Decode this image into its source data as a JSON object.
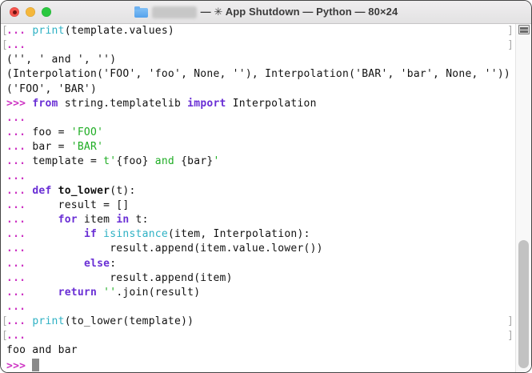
{
  "colors": {
    "prompt": "#CD33C3",
    "keyword": "#6A2FD5",
    "builtin": "#2EB1C4",
    "string": "#1FAD24",
    "default": "#121212",
    "mark": "#A9A9A9",
    "cursor": "#8A8A8A"
  },
  "window": {
    "titlebar": {
      "title_text": "— ✳ App Shutdown — Python — 80×24",
      "traffic_lights": [
        {
          "name": "close",
          "color": "#F5544D",
          "dot": true
        },
        {
          "name": "minimize",
          "color": "#F5B73B",
          "dot": false
        },
        {
          "name": "zoom",
          "color": "#2BC840",
          "dot": false
        }
      ]
    }
  },
  "terminal": {
    "lines": [
      {
        "mark_left": true,
        "mark_right": true,
        "segments": [
          {
            "t": "... ",
            "c": "prompt"
          },
          {
            "t": "print",
            "c": "builtin"
          },
          {
            "t": "(template.values)",
            "c": "default"
          }
        ]
      },
      {
        "mark_left": true,
        "mark_right": true,
        "segments": [
          {
            "t": "...",
            "c": "prompt"
          }
        ]
      },
      {
        "segments": [
          {
            "t": "('', ' and ', '')",
            "c": "default"
          }
        ]
      },
      {
        "segments": [
          {
            "t": "(Interpolation('FOO', 'foo', None, ''), Interpolation('BAR', 'bar', None, ''))",
            "c": "default"
          }
        ]
      },
      {
        "segments": [
          {
            "t": "('FOO', 'BAR')",
            "c": "default"
          }
        ]
      },
      {
        "segments": [
          {
            "t": ">>> ",
            "c": "prompt"
          },
          {
            "t": "from",
            "c": "keyword"
          },
          {
            "t": " string.templatelib ",
            "c": "default"
          },
          {
            "t": "import",
            "c": "keyword"
          },
          {
            "t": " Interpolation",
            "c": "default"
          }
        ]
      },
      {
        "segments": [
          {
            "t": "...",
            "c": "prompt"
          }
        ]
      },
      {
        "segments": [
          {
            "t": "... ",
            "c": "prompt"
          },
          {
            "t": "foo = ",
            "c": "default"
          },
          {
            "t": "'FOO'",
            "c": "string"
          }
        ]
      },
      {
        "segments": [
          {
            "t": "... ",
            "c": "prompt"
          },
          {
            "t": "bar = ",
            "c": "default"
          },
          {
            "t": "'BAR'",
            "c": "string"
          }
        ]
      },
      {
        "segments": [
          {
            "t": "... ",
            "c": "prompt"
          },
          {
            "t": "template = ",
            "c": "default"
          },
          {
            "t": "t'",
            "c": "string"
          },
          {
            "t": "{foo}",
            "c": "default"
          },
          {
            "t": " and ",
            "c": "string"
          },
          {
            "t": "{bar}",
            "c": "default"
          },
          {
            "t": "'",
            "c": "string"
          }
        ]
      },
      {
        "segments": [
          {
            "t": "...",
            "c": "prompt"
          }
        ]
      },
      {
        "segments": [
          {
            "t": "... ",
            "c": "prompt"
          },
          {
            "t": "def",
            "c": "keyword"
          },
          {
            "t": " ",
            "c": "default"
          },
          {
            "t": "to_lower",
            "c": "definition"
          },
          {
            "t": "(t):",
            "c": "default"
          }
        ]
      },
      {
        "segments": [
          {
            "t": "... ",
            "c": "prompt"
          },
          {
            "t": "    result = []",
            "c": "default"
          }
        ]
      },
      {
        "segments": [
          {
            "t": "... ",
            "c": "prompt"
          },
          {
            "t": "    ",
            "c": "default"
          },
          {
            "t": "for",
            "c": "keyword"
          },
          {
            "t": " item ",
            "c": "default"
          },
          {
            "t": "in",
            "c": "keyword"
          },
          {
            "t": " t:",
            "c": "default"
          }
        ]
      },
      {
        "segments": [
          {
            "t": "... ",
            "c": "prompt"
          },
          {
            "t": "        ",
            "c": "default"
          },
          {
            "t": "if",
            "c": "keyword"
          },
          {
            "t": " ",
            "c": "default"
          },
          {
            "t": "isinstance",
            "c": "builtin"
          },
          {
            "t": "(item, Interpolation):",
            "c": "default"
          }
        ]
      },
      {
        "segments": [
          {
            "t": "... ",
            "c": "prompt"
          },
          {
            "t": "            result.append(item.value.lower())",
            "c": "default"
          }
        ]
      },
      {
        "segments": [
          {
            "t": "... ",
            "c": "prompt"
          },
          {
            "t": "        ",
            "c": "default"
          },
          {
            "t": "else",
            "c": "keyword"
          },
          {
            "t": ":",
            "c": "default"
          }
        ]
      },
      {
        "segments": [
          {
            "t": "... ",
            "c": "prompt"
          },
          {
            "t": "            result.append(item)",
            "c": "default"
          }
        ]
      },
      {
        "segments": [
          {
            "t": "... ",
            "c": "prompt"
          },
          {
            "t": "    ",
            "c": "default"
          },
          {
            "t": "return",
            "c": "keyword"
          },
          {
            "t": " ",
            "c": "default"
          },
          {
            "t": "''",
            "c": "string"
          },
          {
            "t": ".join(result)",
            "c": "default"
          }
        ]
      },
      {
        "segments": [
          {
            "t": "...",
            "c": "prompt"
          }
        ]
      },
      {
        "mark_left": true,
        "mark_right": true,
        "segments": [
          {
            "t": "... ",
            "c": "prompt"
          },
          {
            "t": "print",
            "c": "builtin"
          },
          {
            "t": "(to_lower(template))",
            "c": "default"
          }
        ]
      },
      {
        "mark_left": true,
        "mark_right": true,
        "segments": [
          {
            "t": "...",
            "c": "prompt"
          }
        ]
      },
      {
        "segments": [
          {
            "t": "foo and bar",
            "c": "default"
          }
        ]
      },
      {
        "cursor": true,
        "segments": [
          {
            "t": ">>> ",
            "c": "prompt"
          }
        ]
      }
    ]
  }
}
